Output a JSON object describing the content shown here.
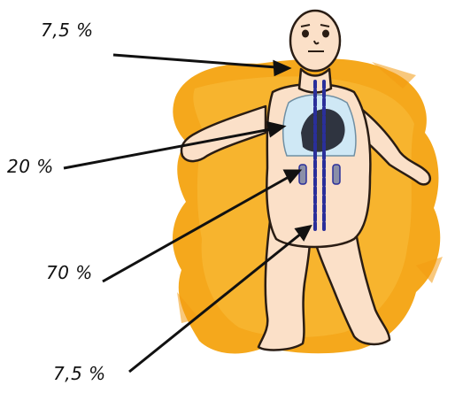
{
  "labels": {
    "head": "7,5 %",
    "chest": "20 %",
    "abdomen": "70 %",
    "legs": "7,5 %"
  },
  "colors": {
    "splash": "#f5a81c",
    "skin": "#fbe0c8",
    "outline": "#2a1d14",
    "lungs": "#cfe8f5",
    "heart": "#2f3440",
    "vessels": "#2a2f9a",
    "arrow": "#111111"
  }
}
